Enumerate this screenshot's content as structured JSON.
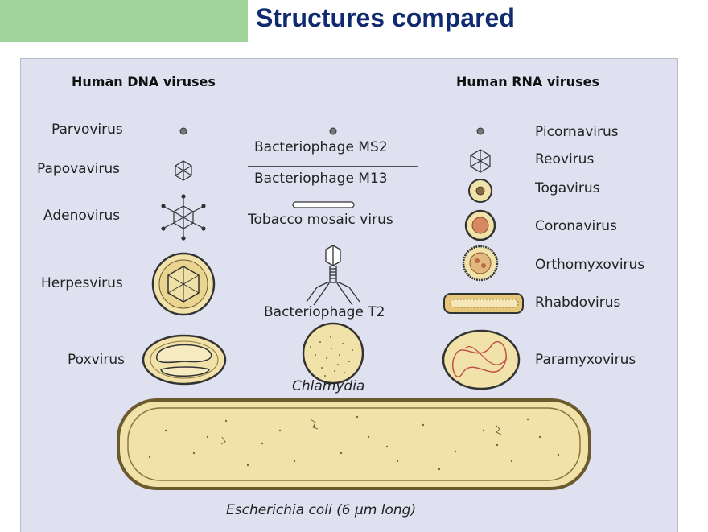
{
  "slide_title": "Structures compared",
  "figure": {
    "headers": {
      "dna": "Human DNA viruses",
      "rna": "Human RNA viruses"
    },
    "dna_viruses": [
      "Parvovirus",
      "Papovavirus",
      "Adenovirus",
      "Herpesvirus",
      "Poxvirus"
    ],
    "center_items": [
      "Bacteriophage MS2",
      "Bacteriophage M13",
      "Tobacco mosaic virus",
      "Bacteriophage T2",
      "Chlamydia"
    ],
    "rna_viruses": [
      "Picornavirus",
      "Reovirus",
      "Togavirus",
      "Coronavirus",
      "Orthomyxovirus",
      "Rhabdovirus",
      "Paramyxovirus"
    ],
    "bottom_caption": "Escherichia coli (6 μm long)"
  },
  "colors": {
    "header_bar": "#9fd39a",
    "title_text": "#0f2a6e",
    "panel_bg": "#dfe1f0",
    "cell_fill": "#f1e2a9",
    "cell_outline": "#8a7340"
  }
}
